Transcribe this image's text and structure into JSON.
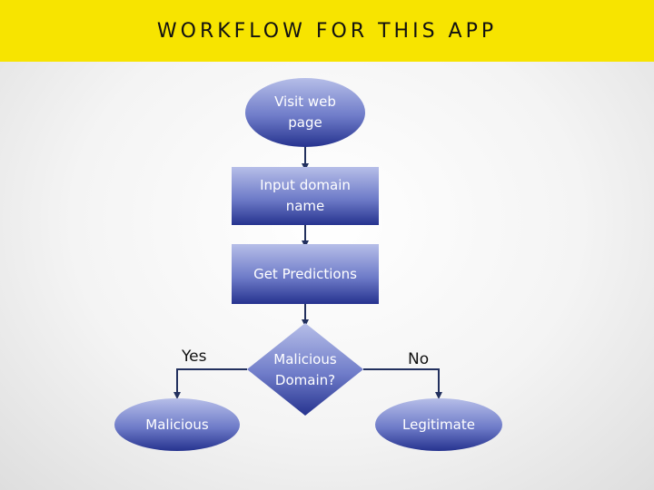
{
  "title": "WORKFLOW FOR THIS APP",
  "nodes": {
    "visit": "Visit web\npage",
    "input": "Input domain\nname",
    "predict": "Get Predictions",
    "decision": "Malicious\nDomain?",
    "malicious": "Malicious",
    "legit": "Legitimate"
  },
  "branches": {
    "yes": "Yes",
    "no": "No"
  },
  "colors": {
    "title_bar": "#f7e400",
    "node_top": "#b6bee8",
    "node_bottom": "#26338f",
    "connector": "#22305e"
  }
}
